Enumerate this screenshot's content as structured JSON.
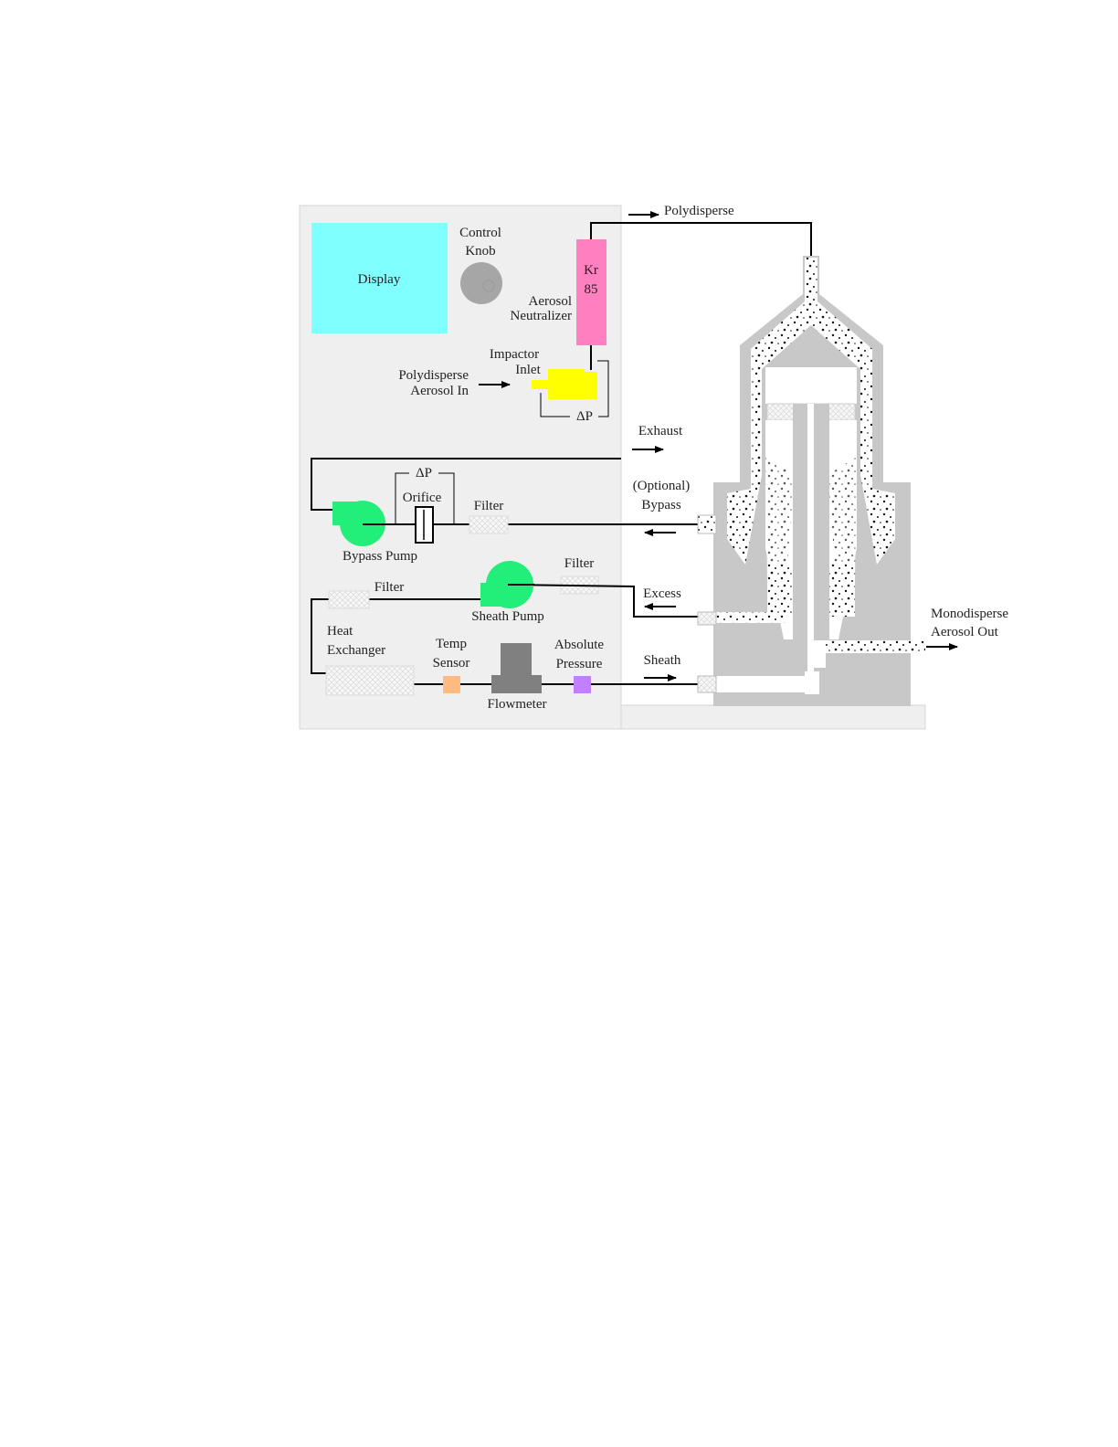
{
  "labels": {
    "display": "Display",
    "control_knob_1": "Control",
    "control_knob_2": "Knob",
    "kr_1": "Kr",
    "kr_2": "85",
    "neutralizer_1": "Aerosol",
    "neutralizer_2": "Neutralizer",
    "impactor_1": "Impactor",
    "impactor_2": "Inlet",
    "poly_in_1": "Polydisperse",
    "poly_in_2": "Aerosol In",
    "delta_p": "ΔP",
    "polydisperse_out": "Polydisperse",
    "exhaust": "Exhaust",
    "orifice": "Orifice",
    "filter": "Filter",
    "optional_1": "(Optional)",
    "optional_2": "Bypass",
    "bypass_pump": "Bypass Pump",
    "sheath_pump": "Sheath Pump",
    "excess": "Excess",
    "heat_1": "Heat",
    "heat_2": "Exchanger",
    "temp_1": "Temp",
    "temp_2": "Sensor",
    "abs_1": "Absolute",
    "abs_2": "Pressure",
    "flowmeter": "Flowmeter",
    "sheath": "Sheath",
    "mono_1": "Monodisperse",
    "mono_2": "Aerosol Out"
  },
  "colors": {
    "panel": "#efefef",
    "display": "#80ffff",
    "knob": "#a6a6a6",
    "neutralizer": "#ff80c0",
    "impactor": "#ffff00",
    "pump": "#22ee7a",
    "temp_sensor": "#ffbb80",
    "pressure_sensor": "#c080ff",
    "flowmeter": "#808080",
    "column": "#c8c8c8",
    "filter": "#f7f7f7"
  }
}
